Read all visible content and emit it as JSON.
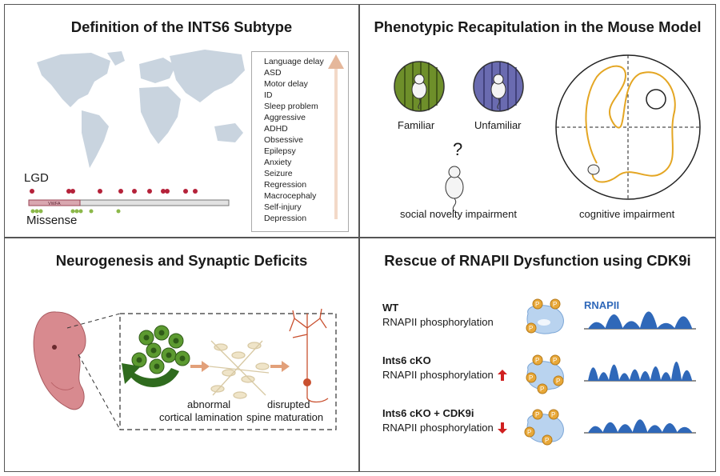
{
  "panels": {
    "definition": {
      "title": "Definition of the INTS6 Subtype",
      "lgd_label": "LGD",
      "missense_label": "Missense",
      "domain_label": "VWFA",
      "phenotypes": [
        "Language delay",
        "ASD",
        "Motor delay",
        "ID",
        "Sleep problem",
        "Aggressive",
        "ADHD",
        "Obsessive",
        "Epilepsy",
        "Anxiety",
        "Seizure",
        "Regression",
        "Macrocephaly",
        "Self-injury",
        "Depression"
      ],
      "colors": {
        "lgd": "#b5223a",
        "missense": "#8cb84a",
        "map": "#c9d4df",
        "arrow": "#e5b79b"
      }
    },
    "mouse_model": {
      "title": "Phenotypic Recapitulation in the Mouse Model",
      "familiar_label": "Familiar",
      "unfamiliar_label": "Unfamiliar",
      "question_mark": "?",
      "social_caption": "social novelty impairment",
      "cognitive_caption": "cognitive impairment",
      "colors": {
        "familiar": "#6e8f2a",
        "unfamiliar": "#6a6bb0",
        "track": "#e4a623"
      }
    },
    "neurogenesis": {
      "title": "Neurogenesis and Synaptic Deficits",
      "caption_left_1": "abnormal",
      "caption_left_2": "cortical lamination",
      "caption_right_1": "disrupted",
      "caption_right_2": "spine maturation",
      "colors": {
        "embryo": "#d88a8f",
        "arrow_green": "#2f6b1e",
        "arrow_orange": "#e2a07a",
        "neuron": "#c9502f"
      }
    },
    "rescue": {
      "title": "Rescue of RNAPII Dysfunction using CDK9i",
      "rnapii_label": "RNAPII",
      "phospho_letter": "P",
      "rows": [
        {
          "name": "WT",
          "desc": "RNAPII phosphorylation",
          "arrow": "",
          "peaks": [
            0.35,
            0.75,
            0.4,
            0.9,
            0.3,
            0.65
          ],
          "density": "low"
        },
        {
          "name": "Ints6 cKO",
          "desc": "RNAPII phosphorylation",
          "arrow": "up",
          "peaks": [
            0.7,
            0.45,
            0.85,
            0.4,
            0.6,
            0.5,
            0.75,
            0.45,
            1.0,
            0.55
          ],
          "density": "high"
        },
        {
          "name": "Ints6 cKO + CDK9i",
          "desc": "RNAPII phosphorylation",
          "arrow": "down",
          "peaks": [
            0.35,
            0.55,
            0.45,
            0.7,
            0.4,
            0.5,
            0.3
          ],
          "density": "mid"
        }
      ],
      "colors": {
        "rnapii": "#2f68b9",
        "phospho": "#e8a838",
        "enzyme": "#b9d3ef",
        "arrow_red": "#d02020"
      }
    }
  }
}
